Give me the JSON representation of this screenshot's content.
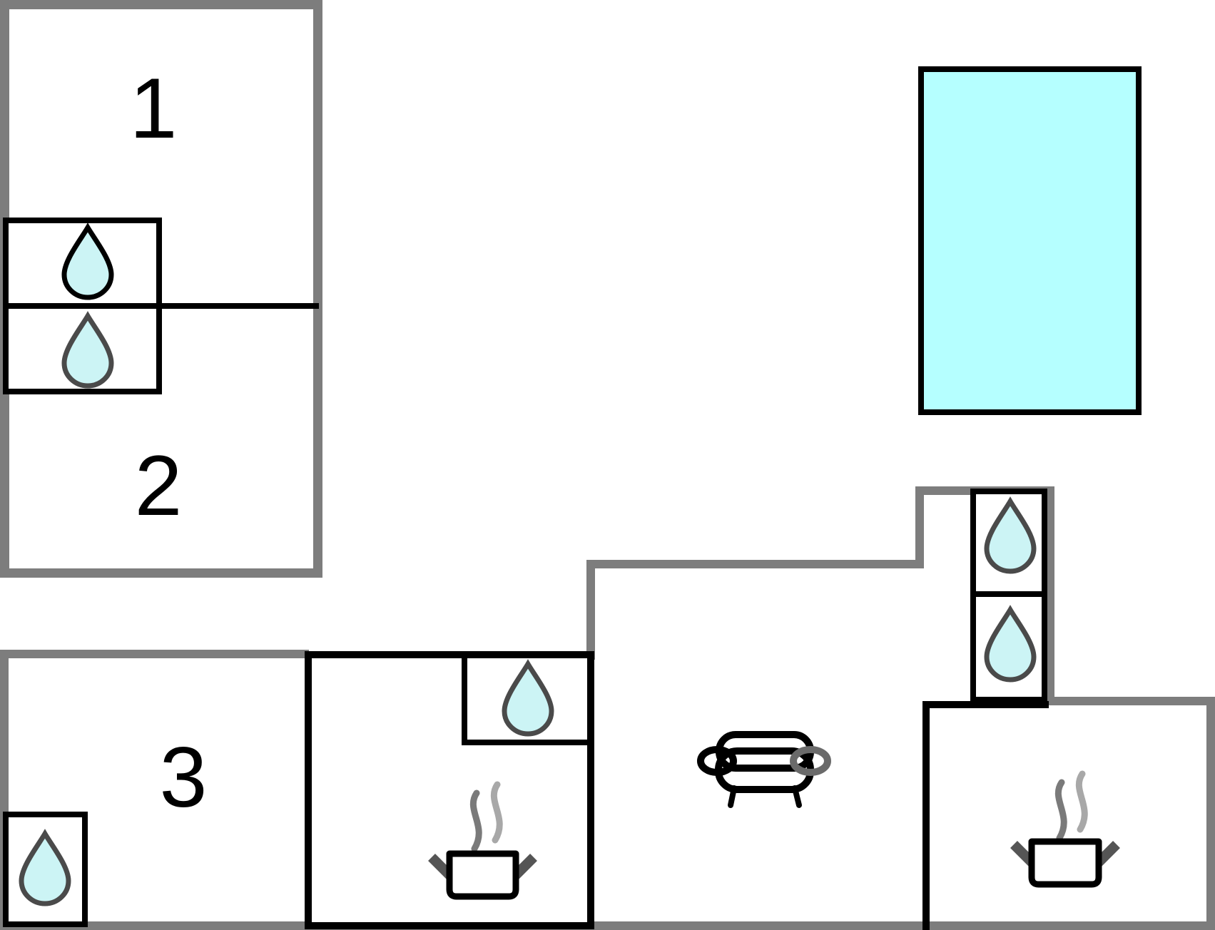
{
  "floorplan": {
    "rooms": [
      {
        "id": "room-1",
        "label": "1"
      },
      {
        "id": "room-2",
        "label": "2"
      },
      {
        "id": "room-3",
        "label": "3"
      }
    ],
    "icons": {
      "water_drop": "water-drop-icon",
      "pool": "swimming-pool",
      "sofa": "sofa-icon",
      "pot": "cooking-pot-icon",
      "steam": "steam-icon"
    },
    "water_drop_count": 6,
    "cooking_pot_count": 2
  },
  "colors": {
    "background": "#ffffff",
    "wall-gray": "#7d7d7d",
    "wall-black": "#000000",
    "pool-fill": "#b5ffff",
    "drop-fill": "#ccf4f5"
  }
}
